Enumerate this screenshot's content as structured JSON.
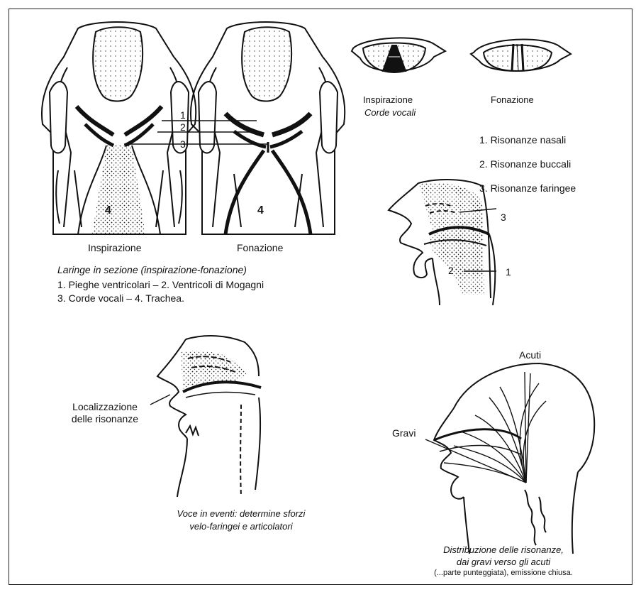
{
  "larynx": {
    "label_left": "Inspirazione",
    "label_right": "Fonazione",
    "numbers": [
      "1",
      "2",
      "3"
    ],
    "trachea_number": "4",
    "caption": "Laringe in sezione (inspirazione-fonazione)",
    "legend": [
      "1. Pieghe ventricolari – 2. Ventricoli di Mogagni",
      "3. Corde vocali – 4. Trachea."
    ]
  },
  "vocal_cords": {
    "label_left": "Inspirazione",
    "label_right": "Fonazione",
    "caption": "Corde vocali"
  },
  "resonances": {
    "legend": [
      "1. Risonanze nasali",
      "2. Risonanze buccali",
      "3. Risonanze faringee"
    ],
    "markers": [
      "1",
      "2",
      "3"
    ]
  },
  "localization": {
    "label_line1": "Localizzazione",
    "label_line2": "delle risonanze",
    "caption_line1": "Voce in eventi: determine sforzi",
    "caption_line2": "velo-faringei e articolatori"
  },
  "distribution": {
    "label_top": "Acuti",
    "label_left": "Gravi",
    "caption_line1": "Distribuzione delle risonanze,",
    "caption_line2": "dai gravi verso gli acuti",
    "caption_line3": "(...parte punteggiata), emissione chiusa."
  }
}
